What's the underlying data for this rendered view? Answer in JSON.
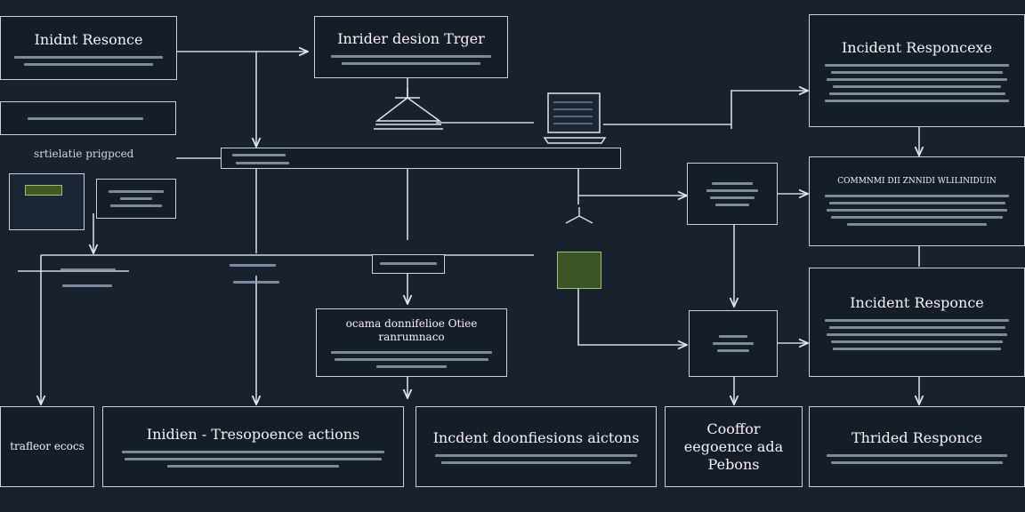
{
  "nodes": {
    "n1": {
      "title": "Inidnt Resonce"
    },
    "n2": {
      "title": "Inrider desion Trger"
    },
    "n3": {
      "title": "Incident Responcexe"
    },
    "n4": {
      "title": "COMMNMI DII ZNNIDI WLILINIDUIN"
    },
    "n5": {
      "title": "Incident Responce"
    },
    "n6": {
      "title": "ocama donnifelioe Otiee ranrumnaco"
    },
    "n7": {
      "title": "trafleor ecocs"
    },
    "n8": {
      "title": "Inidien - Tresopoence actions"
    },
    "n9": {
      "title": "Incdent doonfiesions aictons"
    },
    "n10": {
      "title": "Cooffor eegoence ada Pebons"
    },
    "n11": {
      "title": "Thrided Responce"
    },
    "side_label": "srtielatie prigpced"
  }
}
